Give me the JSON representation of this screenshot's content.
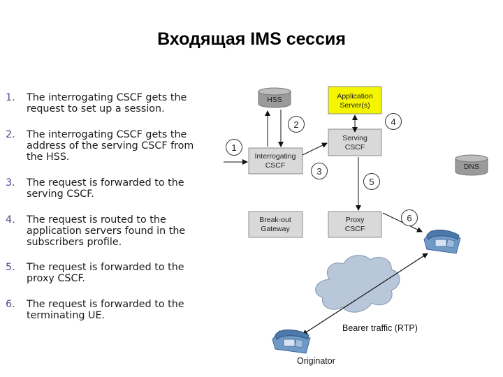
{
  "title": "Входящая IMS сессия",
  "steps": [
    {
      "num": "1.",
      "text": "The interrogating CSCF gets the request to set up a session."
    },
    {
      "num": "2.",
      "text": "The interrogating CSCF gets the address of the serving CSCF from the HSS."
    },
    {
      "num": "3.",
      "text": "The request is forwarded to the serving CSCF."
    },
    {
      "num": "4.",
      "text": "The request is routed to the application servers found in the subscribers profile."
    },
    {
      "num": "5.",
      "text": "The request is forwarded to the proxy CSCF."
    },
    {
      "num": "6.",
      "text": "The request is forwarded to the terminating UE."
    }
  ],
  "diagram": {
    "hss": "HSS",
    "dns": "DNS",
    "app_server": [
      "Application",
      "Server(s)"
    ],
    "serving_cscf": [
      "Serving",
      "CSCF"
    ],
    "interrogating_cscf": [
      "Interrogating",
      "CSCF"
    ],
    "breakout_gateway": [
      "Break-out",
      "Gateway"
    ],
    "proxy_cscf": [
      "Proxy",
      "CSCF"
    ],
    "step_markers": [
      "1",
      "2",
      "3",
      "4",
      "5",
      "6"
    ],
    "bearer_label": "Bearer traffic (RTP)",
    "originator_label": "Originator"
  },
  "colors": {
    "box_fill": "#d9d9d9",
    "box_stroke": "#8c8c8c",
    "app_server_fill": "#f5f500",
    "cloud_fill": "#b9c7da",
    "phone_fill": "#6f9ac8"
  }
}
